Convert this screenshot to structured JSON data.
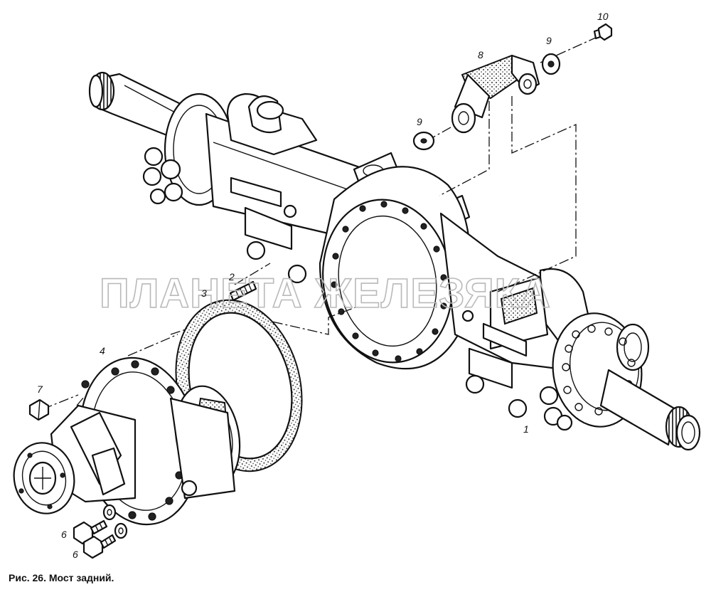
{
  "caption": "Рис. 26. Мост задний.",
  "watermark": "ПЛАНЕТА ЖЕЛЕЗЯКА",
  "part_numbers": {
    "p1": "1",
    "p2": "2",
    "p3": "3",
    "p4": "4",
    "p6a": "6",
    "p6b": "6",
    "p7": "7",
    "p8": "8",
    "p9a": "9",
    "p9b": "9",
    "p10": "10"
  }
}
